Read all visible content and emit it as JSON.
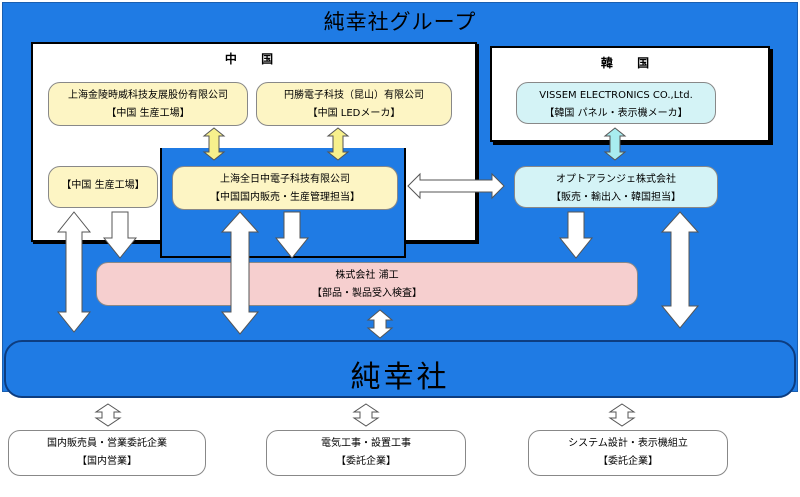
{
  "group_title": "純幸社グループ",
  "china": {
    "label": "中 国",
    "company1": {
      "name": "上海金陵時威科技友展股份有限公司",
      "role": "【中国 生産工場】"
    },
    "company2": {
      "name": "円勝電子科技（昆山）有限公司",
      "role": "【中国 LEDメーカ】"
    },
    "factory": {
      "role": "【中国 生産工場】"
    },
    "company3": {
      "name": "上海全日中電子科技有限公司",
      "role": "【中国国内販売・生産管理担当】"
    }
  },
  "korea": {
    "label": "韓 国",
    "company1": {
      "name": "VISSEM ELECTRONICS CO.,Ltd.",
      "role": "【韓国 パネル・表示機メーカ】"
    },
    "company2": {
      "name": "オプトアランジェ株式会社",
      "role": "【販売・輸出入・韓国担当】"
    }
  },
  "inspection": {
    "name": "株式会社 浦工",
    "role": "【部品・製品受入検査】"
  },
  "main": {
    "title": "純幸社"
  },
  "partners": [
    {
      "name": "国内販売員・営業委託企業",
      "role": "【国内営業】"
    },
    {
      "name": "電気工事・設置工事",
      "role": "【委託企業】"
    },
    {
      "name": "システム設計・表示機組立",
      "role": "【委託企業】"
    }
  ],
  "colors": {
    "group_blue": "#1f7be4",
    "yellow_box": "#fdf5c4",
    "yellow_arrow": "#f7f08c",
    "cyan_box": "#d4f3f6",
    "cyan_arrow": "#a8ecef",
    "pink_box": "#f6cfcf"
  }
}
